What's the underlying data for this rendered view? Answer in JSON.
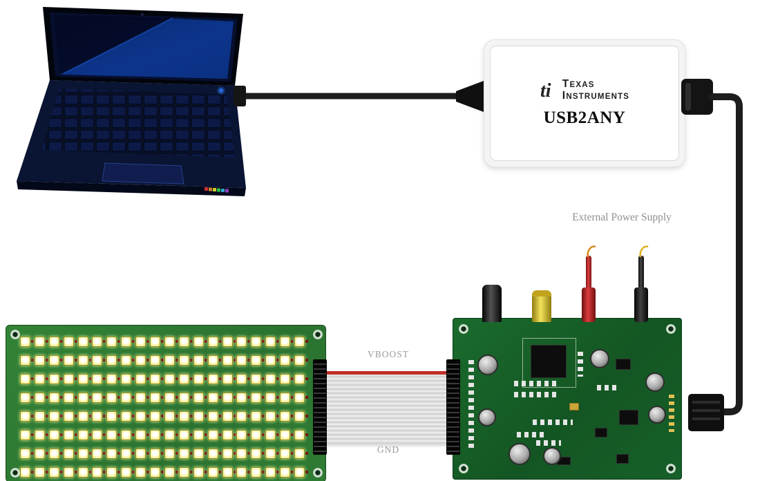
{
  "labels": {
    "external_power_supply": "External Power Supply",
    "vboost": "VBOOST",
    "gnd": "GND"
  },
  "usb2any": {
    "brand_line1": "Texas",
    "brand_line2": "Instruments",
    "model": "USB2ANY",
    "logo_glyph": "ti"
  },
  "led_grid": {
    "rows": 8,
    "cols": 20
  },
  "colors": {
    "driver_pcb_green": "#17602a",
    "led_pcb_green": "#2f7c33",
    "vboost_stripe_red": "#c03028",
    "probe_red": "#c42222",
    "jack_yellow": "#e8d44a",
    "cable_black": "#1c1c1c",
    "label_gray": "#8f8f8f",
    "usb2any_body": "#ffffff"
  }
}
